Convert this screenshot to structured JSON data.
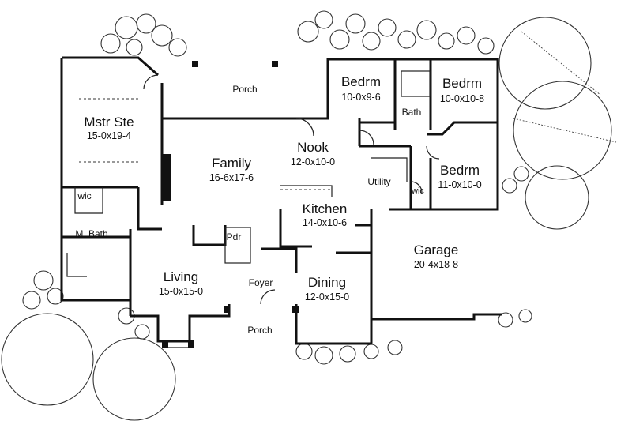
{
  "rooms": {
    "porch_rear": {
      "name": "Porch"
    },
    "bedrm_1": {
      "name": "Bedrm",
      "dims": "10-0x9-6"
    },
    "bedrm_2": {
      "name": "Bedrm",
      "dims": "10-0x10-8"
    },
    "bath": {
      "name": "Bath"
    },
    "mstr_ste": {
      "name": "Mstr Ste",
      "dims": "15-0x19-4"
    },
    "family": {
      "name": "Family",
      "dims": "16-6x17-6"
    },
    "nook": {
      "name": "Nook",
      "dims": "12-0x10-0"
    },
    "bedrm_3": {
      "name": "Bedrm",
      "dims": "11-0x10-0"
    },
    "utility": {
      "name": "Utility"
    },
    "wic_bed": {
      "name": "wic"
    },
    "wic_mstr": {
      "name": "wic"
    },
    "kitchen": {
      "name": "Kitchen",
      "dims": "14-0x10-6"
    },
    "m_bath": {
      "name": "M. Bath"
    },
    "pdr": {
      "name": "Pdr"
    },
    "garage": {
      "name": "Garage",
      "dims": "20-4x18-8"
    },
    "living": {
      "name": "Living",
      "dims": "15-0x15-0"
    },
    "foyer": {
      "name": "Foyer"
    },
    "dining": {
      "name": "Dining",
      "dims": "12-0x15-0"
    },
    "porch_front": {
      "name": "Porch"
    }
  }
}
